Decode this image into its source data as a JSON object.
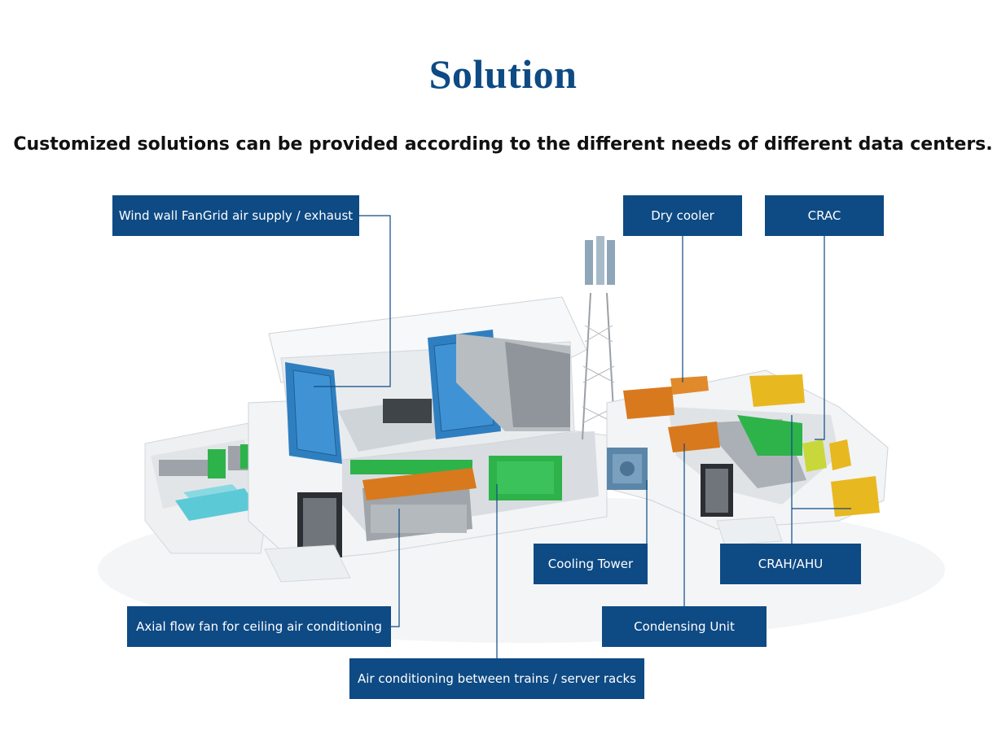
{
  "title": "Solution",
  "subtitle": "Customized solutions can be provided according to the different needs of different data centers.",
  "labels": {
    "wind_wall": "Wind wall FanGrid air supply / exhaust",
    "dry_cooler": "Dry cooler",
    "crac": "CRAC",
    "cooling_tower": "Cooling Tower",
    "crah_ahu": "CRAH/AHU",
    "axial_fan": "Axial flow fan for ceiling air conditioning",
    "condensing_unit": "Condensing Unit",
    "inrow_ac": "Air conditioning between trains / server racks"
  },
  "colors": {
    "label_bg": "#0e4a84",
    "title": "#0e4a84",
    "rack_blue": "#2f7fc0",
    "rack_green": "#2db34a",
    "unit_orange": "#d9791d",
    "unit_yellow": "#e8b820",
    "cooling_tower_blue": "#5b86a8"
  }
}
